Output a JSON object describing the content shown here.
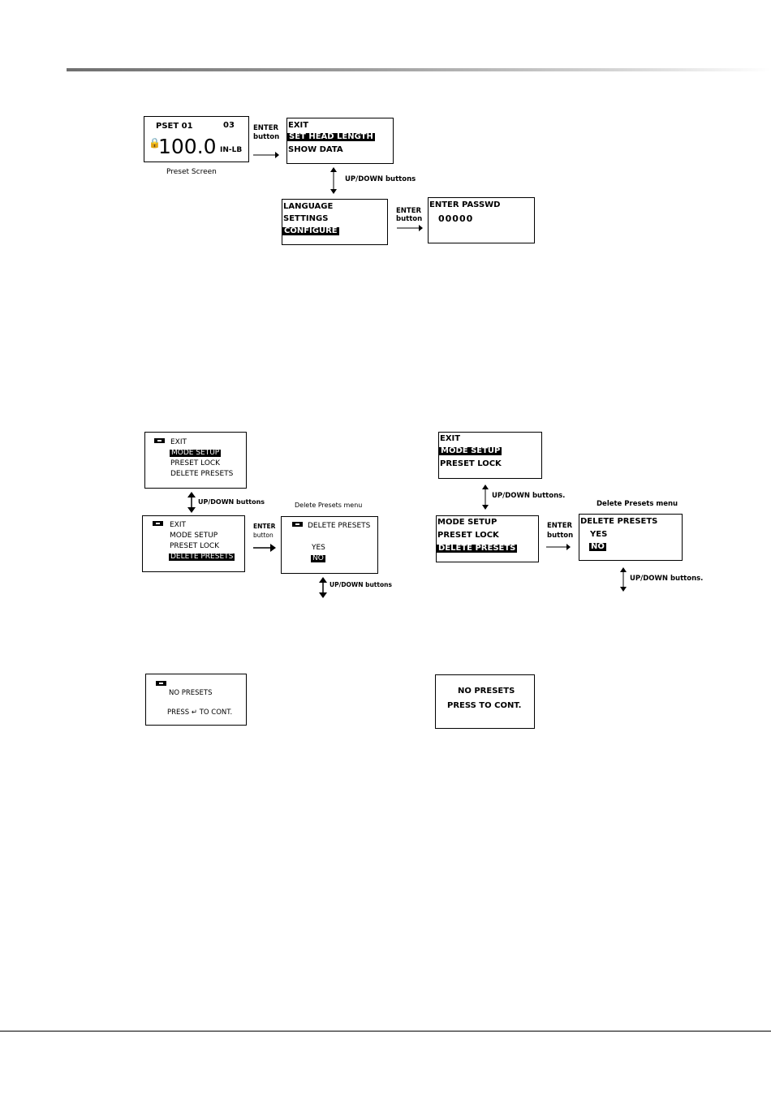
{
  "preset_screen": {
    "label": "PSET 01",
    "number": "03",
    "value": "100.0",
    "unit": "IN-LB",
    "caption": "Preset Screen"
  },
  "menu_top": {
    "items": [
      "EXIT",
      "SET HEAD LENGTH",
      "SHOW DATA"
    ],
    "selected": 1
  },
  "menu_config": {
    "items": [
      "LANGUAGE",
      "SETTINGS",
      "CONFIGURE"
    ],
    "selected": 2
  },
  "password_screen": {
    "title": "ENTER PASSWD",
    "value": "00000"
  },
  "labels": {
    "enter": "ENTER",
    "button": "button",
    "updown": "UP/DOWN buttons",
    "updown_alt": "UP/DOWN buttons.",
    "delete_presets_menu": "Delete Presets menu"
  },
  "left_flow": {
    "menu_a": {
      "items": [
        "EXIT",
        "MODE SETUP",
        "PRESET LOCK",
        "DELETE PRESETS"
      ],
      "selected": 1
    },
    "menu_b": {
      "items": [
        "EXIT",
        "MODE SETUP",
        "PRESET LOCK",
        "DELETE PRESETS"
      ],
      "selected": 3
    },
    "delete_menu": {
      "title": "DELETE PRESETS",
      "yes": "YES",
      "no": "NO"
    },
    "no_presets": {
      "line1": "NO PRESETS",
      "line2": "PRESS ↵ TO CONT."
    }
  },
  "right_flow": {
    "menu_a": {
      "items": [
        "EXIT",
        "MODE SETUP",
        "PRESET LOCK"
      ],
      "selected": 1
    },
    "menu_b": {
      "items": [
        "MODE SETUP",
        "PRESET LOCK",
        "DELETE PRESETS"
      ],
      "selected": 2
    },
    "delete_menu": {
      "title": "DELETE PRESETS",
      "yes": "YES",
      "no": "NO"
    },
    "no_presets": {
      "line1": "NO PRESETS",
      "line2": "PRESS  TO CONT."
    }
  }
}
